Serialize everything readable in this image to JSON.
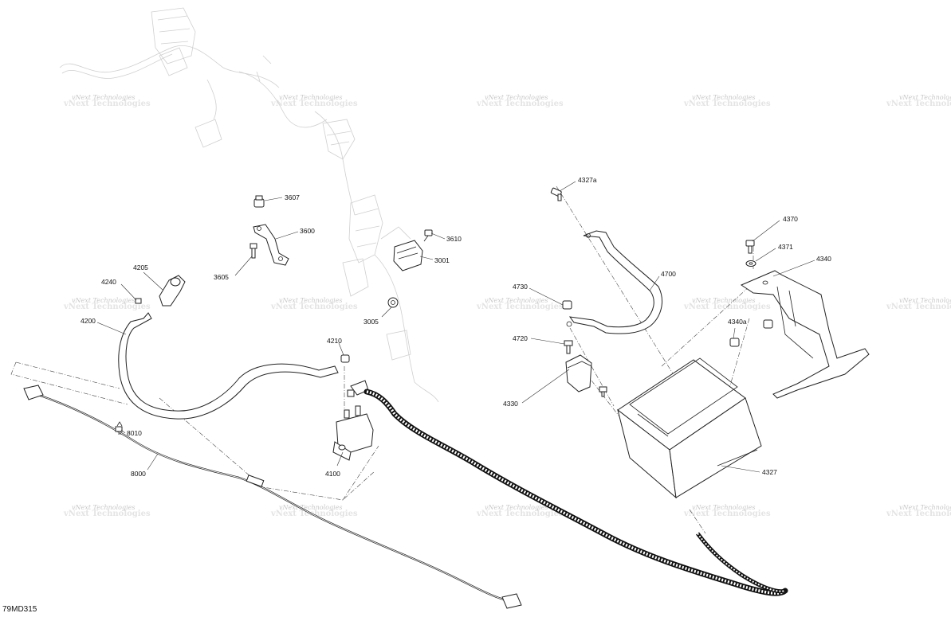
{
  "diagram": {
    "reference_code": "79MD315",
    "watermark_text": "vNext Technologies",
    "callouts": [
      {
        "id": "c3607",
        "label": "3607"
      },
      {
        "id": "c3600",
        "label": "3600"
      },
      {
        "id": "c3605",
        "label": "3605"
      },
      {
        "id": "c3610",
        "label": "3610"
      },
      {
        "id": "c3001",
        "label": "3001"
      },
      {
        "id": "c3005",
        "label": "3005"
      },
      {
        "id": "c4205",
        "label": "4205"
      },
      {
        "id": "c4240",
        "label": "4240"
      },
      {
        "id": "c4200",
        "label": "4200"
      },
      {
        "id": "c4210",
        "label": "4210"
      },
      {
        "id": "c4100",
        "label": "4100"
      },
      {
        "id": "c8010",
        "label": "8010"
      },
      {
        "id": "c8000",
        "label": "8000"
      },
      {
        "id": "c4327a",
        "label": "4327a"
      },
      {
        "id": "c4700",
        "label": "4700"
      },
      {
        "id": "c4730",
        "label": "4730"
      },
      {
        "id": "c4720",
        "label": "4720"
      },
      {
        "id": "c4330",
        "label": "4330"
      },
      {
        "id": "c4327",
        "label": "4327"
      },
      {
        "id": "c4370",
        "label": "4370"
      },
      {
        "id": "c4371",
        "label": "4371"
      },
      {
        "id": "c4340",
        "label": "4340"
      },
      {
        "id": "c4340a",
        "label": "4340a"
      }
    ]
  }
}
